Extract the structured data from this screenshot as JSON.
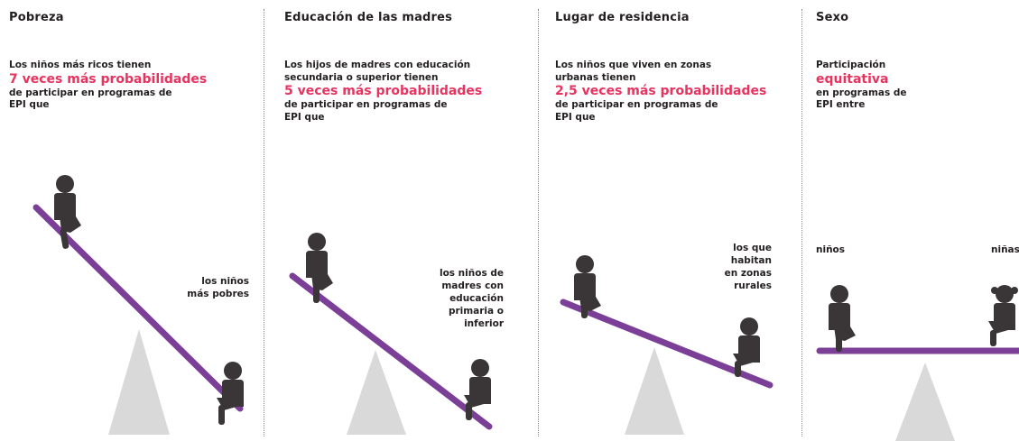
{
  "colors": {
    "accent": "#e6335f",
    "seesaw": "#7b3f98",
    "figure": "#3a3536",
    "fulcrum": "#d9d9d9"
  },
  "panels": [
    {
      "title": "Pobreza",
      "desc_before": [
        "Los niños más ricos tienen"
      ],
      "highlight": "7 veces más probabilidades",
      "desc_after": [
        "de participar en programas de",
        "EPI que"
      ],
      "label_lines": [
        "los niños",
        "más pobres"
      ]
    },
    {
      "title": "Educación de las madres",
      "desc_before": [
        "Los hijos de madres con educación",
        "secundaria o superior tienen"
      ],
      "highlight": "5 veces más probabilidades",
      "desc_after": [
        "de participar en programas de",
        "EPI que"
      ],
      "label_lines": [
        "los niños de",
        "madres con",
        "educación",
        "primaria o",
        "inferior"
      ]
    },
    {
      "title": "Lugar de residencia",
      "desc_before": [
        "Los niños que viven en zonas",
        "urbanas tienen"
      ],
      "highlight": "2,5 veces más probabilidades",
      "desc_after": [
        "de participar en programas de",
        "EPI que"
      ],
      "label_lines": [
        "los que",
        "habitan",
        "en zonas",
        "rurales"
      ]
    },
    {
      "title": "Sexo",
      "desc_before": [
        "Participación"
      ],
      "highlight": "equitativa",
      "desc_after": [
        "en programas de",
        "EPI entre"
      ],
      "label_left": "niños",
      "label_right": "niñas"
    }
  ]
}
